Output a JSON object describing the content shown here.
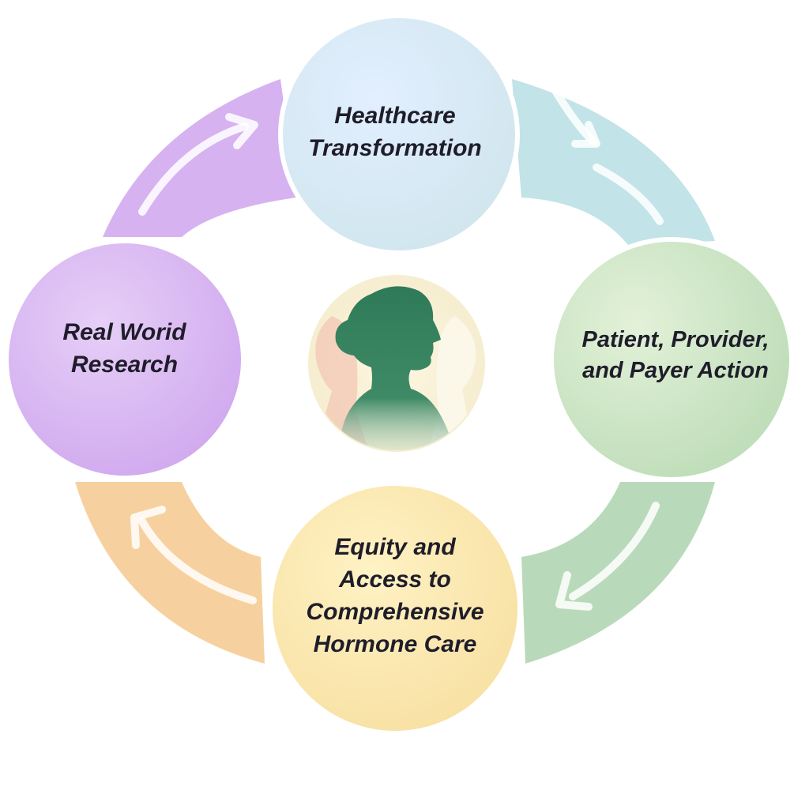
{
  "diagram": {
    "nodes": [
      {
        "id": "top",
        "label": "Healthcare\nTransformation",
        "color": "#d7e8f6"
      },
      {
        "id": "right",
        "label": "Patient, Provider,\nand Payer Action",
        "color": "#cfe6c8"
      },
      {
        "id": "bottom",
        "label": "Equity and\nAccess to\nComprehensive\nHormone Care",
        "color": "#fbeab3"
      },
      {
        "id": "left",
        "label": "Real Worid\nResearch",
        "color": "#d9bdf0"
      }
    ],
    "arrows": [
      {
        "from": "top",
        "to": "right",
        "color": "#bfe3e7"
      },
      {
        "from": "right",
        "to": "bottom",
        "color": "#b8dcb8"
      },
      {
        "from": "bottom",
        "to": "left",
        "color": "#f7d2a0"
      },
      {
        "from": "left",
        "to": "top",
        "color": "#d6b2ef"
      }
    ],
    "center_icon": "woman-silhouette-icon"
  }
}
